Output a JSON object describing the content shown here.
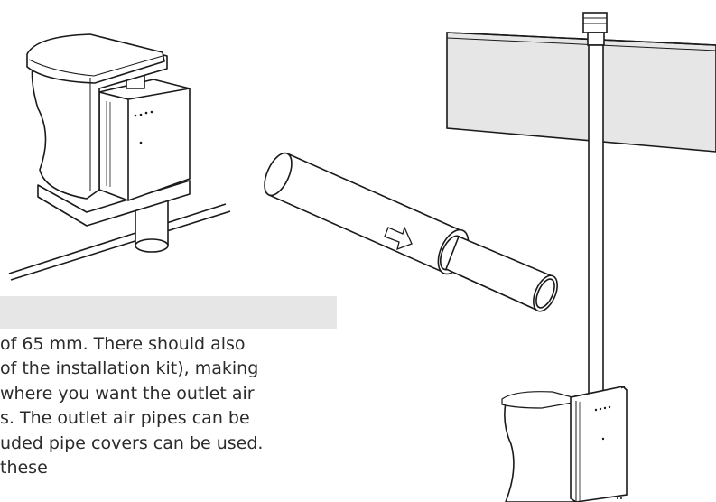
{
  "paragraph": {
    "lines": [
      "of 65 mm. There should also",
      "of the installation kit), making",
      "where you want the outlet air",
      "s. The outlet air pipes can be",
      "uded pipe covers can be used.",
      "these"
    ]
  },
  "icons": {
    "toilet_top_left": "composting-toilet-illustration",
    "pipe_insulation": "pipe-insulation-illustration",
    "roof_vent": "roof-vent-pipe-illustration"
  },
  "colors": {
    "band": "#e6e6e6",
    "ceiling": "#e6e6e6",
    "text": "#2b2b2b",
    "stroke": "#1a1a1a"
  }
}
